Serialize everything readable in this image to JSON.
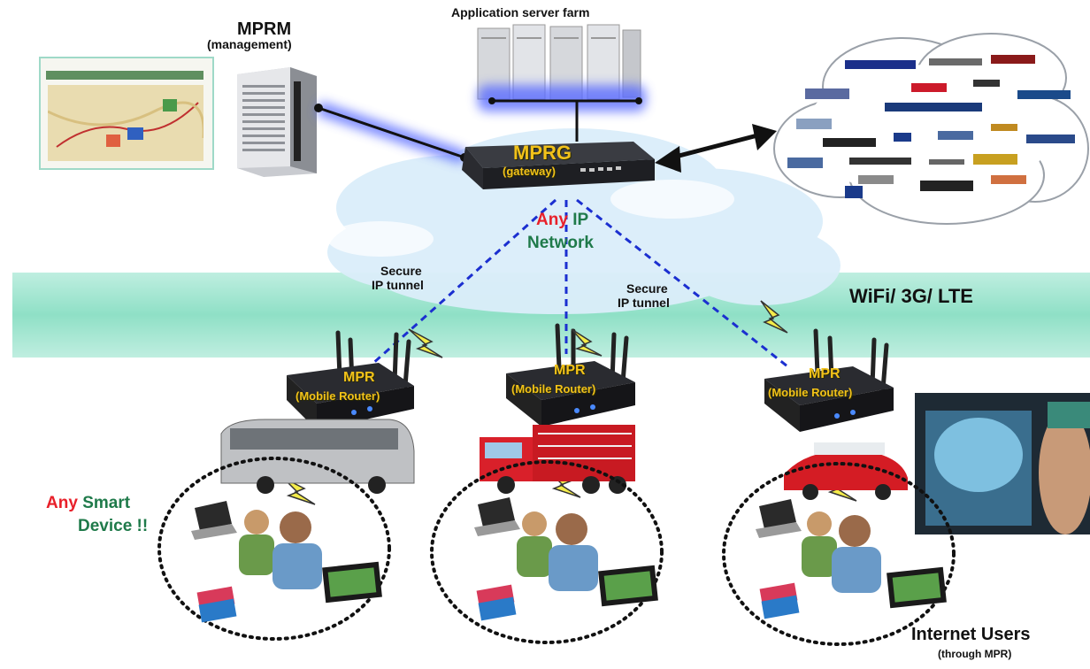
{
  "labels": {
    "mprm_title": "MPRM",
    "mprm_sub": "(management)",
    "server_farm": "Application server farm",
    "mprg_title": "MPRG",
    "mprg_sub": "(gateway)",
    "any_ip_any": "Any",
    "any_ip_ip": "IP",
    "any_ip_network": "Network",
    "secure_tunnel_1a": "Secure",
    "secure_tunnel_1b": "IP tunnel",
    "secure_tunnel_2a": "Secure",
    "secure_tunnel_2b": "IP tunnel",
    "wireless": "WiFi/ 3G/ LTE",
    "mpr_1_title": "MPR",
    "mpr_1_sub": "(Mobile Router)",
    "mpr_2_title": "MPR",
    "mpr_2_sub": "(Mobile Router)",
    "mpr_3_title": "MPR",
    "mpr_3_sub": "(Mobile Router)",
    "any_smart_any": "Any",
    "any_smart_smart": "Smart",
    "any_smart_device": "Device !!",
    "internet_users": "Internet Users",
    "internet_users_sub": "(through MPR)"
  },
  "colors": {
    "label_gold": "#f2c21a",
    "any_red": "#e8202a",
    "any_green": "#1f7a4a",
    "tunnel_blue": "#1b2fd0",
    "band_green": "#8fe0c6",
    "glow_blue": "#5a6cff"
  }
}
